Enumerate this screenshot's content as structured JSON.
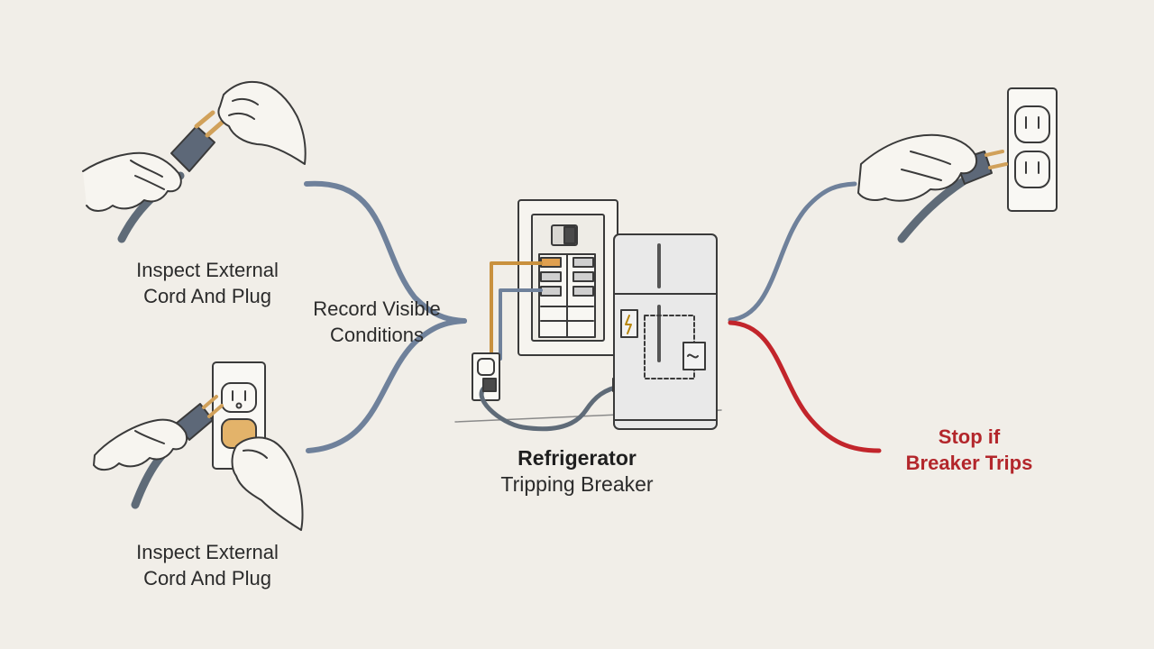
{
  "colors": {
    "background": "#f1eee8",
    "connector_blue": "#6f819b",
    "stop_red": "#c2252b",
    "ink": "#3a3a3a",
    "copper": "#d1a15a",
    "outlet_orange": "#e3b36a"
  },
  "labels": {
    "top_left": [
      "Inspect External",
      "Cord And Plug"
    ],
    "bottom_left": [
      "Inspect External",
      "Cord And Plug"
    ],
    "record": [
      "Record Visible",
      "Conditions"
    ],
    "center_title": "Refrigerator",
    "center_subtitle": "Tripping Breaker",
    "stop": [
      "Stop if",
      "Breaker Trips"
    ]
  },
  "icons": {
    "top_left": "hands-holding-plug-icon",
    "bottom_left": "hands-plugging-into-outlet-icon",
    "center": "refrigerator-breaker-panel-icon",
    "top_right": "hand-plugging-into-wall-outlet-icon"
  }
}
